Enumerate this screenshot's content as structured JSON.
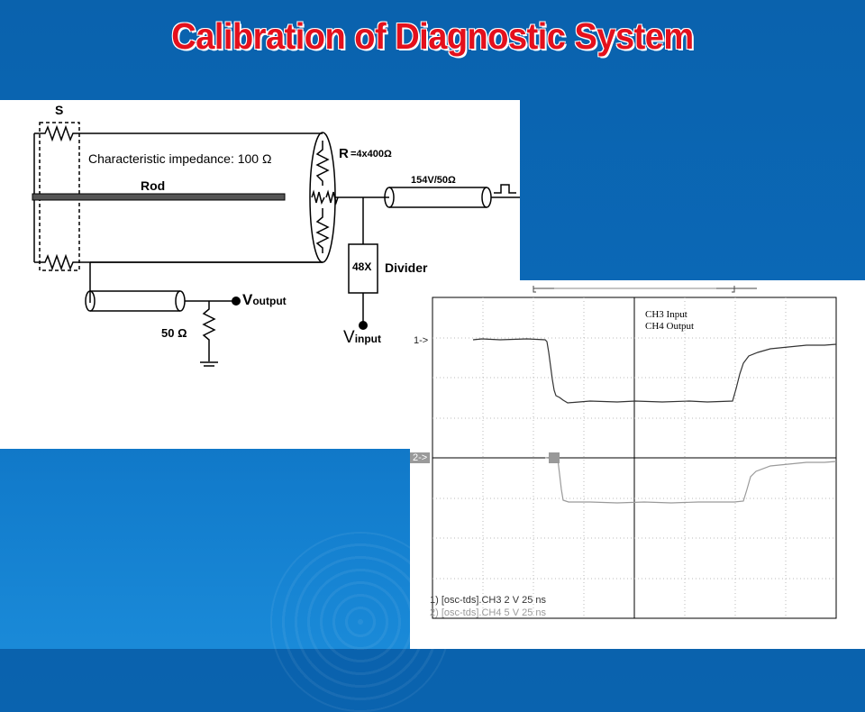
{
  "title": "Calibration of Diagnostic System",
  "diagram": {
    "label_s": "S",
    "impedance_label": "Characteristic impedance:  100 Ω",
    "resistor_r_prefix": "R",
    "resistor_r_value": "=4x400Ω",
    "rod_label": "Rod",
    "cable_label": "154V/50Ω",
    "divider_value": "48X",
    "divider_label": "Divider",
    "v_output_main": "V",
    "v_output_sub": "output",
    "v_input_main": "V",
    "v_input_sub": "input",
    "load_label": "50 Ω"
  },
  "scope": {
    "legend_ch3": "CH3   Input",
    "legend_ch4": "CH4   Output",
    "marker_1": "1->",
    "marker_2": "2->",
    "footer_1": "1) [osc-tds].CH3  2  V   25 ns",
    "footer_2": "2) [osc-tds].CH4  5  V   25 ns",
    "colors": {
      "trace_1": "#333333",
      "trace_2": "#9a9a9a"
    }
  }
}
